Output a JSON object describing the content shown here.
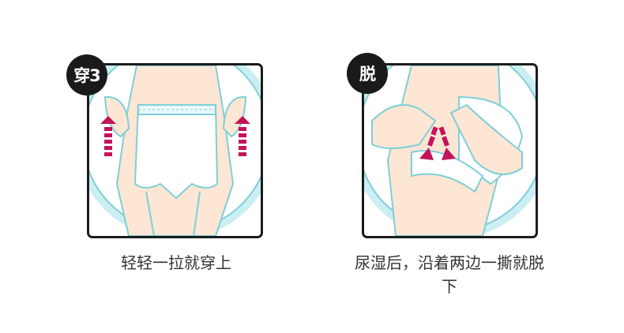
{
  "steps": [
    {
      "badge": "穿3",
      "caption": "轻轻一拉就穿上",
      "colors": {
        "ring": "#cbeef2",
        "skin": "#fde6d4",
        "line": "#7ecfd8",
        "arrow": "#c3135a"
      }
    },
    {
      "badge": "脱",
      "caption_line1": "尿湿后，沿着两边一撕就脱",
      "caption_line2": "下",
      "colors": {
        "ring": "#cbeef2",
        "skin": "#fde6d4",
        "line": "#7ecfd8",
        "arrow": "#c3135a"
      }
    }
  ]
}
